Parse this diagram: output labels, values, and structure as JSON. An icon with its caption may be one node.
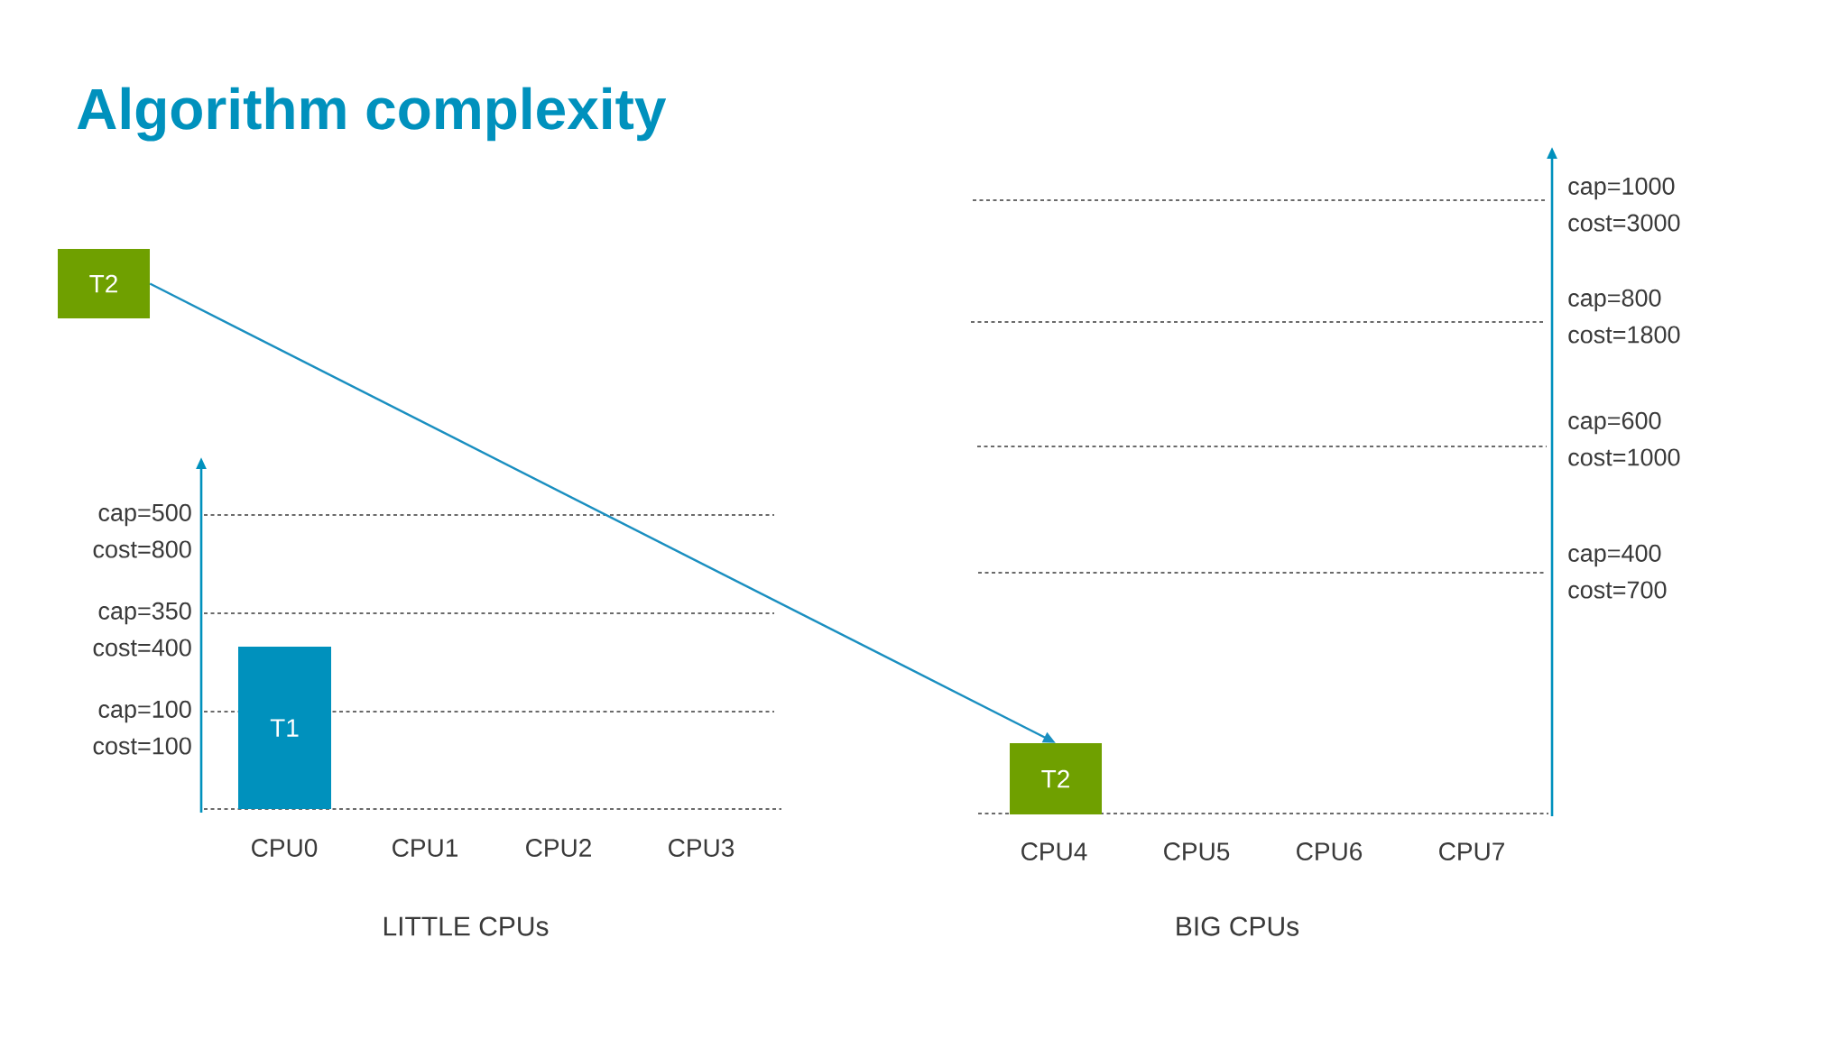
{
  "diagram": {
    "title": "Algorithm complexity",
    "nodes": [
      {
        "text": [
          "T2"
        ]
      },
      {
        "text": [
          "T1"
        ]
      },
      {
        "text": [
          "T2"
        ]
      }
    ],
    "edges": [
      {
        "from": 0,
        "to": 2,
        "arrow": "to"
      }
    ],
    "labels": [
      "cap=500",
      "cost=800",
      "cap=350",
      "cost=400",
      "cap=100",
      "cost=100",
      "CPU0",
      "CPU1",
      "CPU2",
      "CPU3",
      "LITTLE CPUs",
      "cap=1000",
      "cost=3000",
      "cap=800",
      "cost=1800",
      "cap=600",
      "cost=1000",
      "cap=400",
      "cost=700",
      "CPU4",
      "CPU5",
      "CPU6",
      "CPU7",
      "BIG CPUs"
    ]
  }
}
